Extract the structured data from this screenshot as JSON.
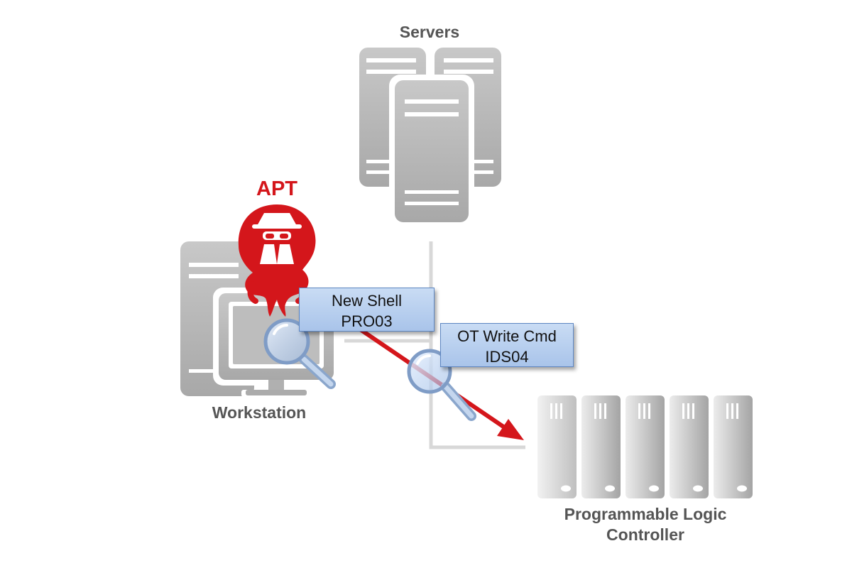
{
  "labels": {
    "servers": "Servers",
    "workstation": "Workstation",
    "apt": "APT",
    "plc_line1": "Programmable Logic",
    "plc_line2": "Controller"
  },
  "alerts": [
    {
      "line1": "New Shell",
      "line2": "PRO03"
    },
    {
      "line1": "OT Write Cmd",
      "line2": "IDS04"
    }
  ],
  "colors": {
    "threat_red": "#d4161b",
    "device_gray": "#b4b4b4",
    "alert_blue": "#bcd3f0",
    "label_gray": "#555555"
  },
  "icons": [
    "server-icon",
    "workstation-icon",
    "apt-spy-icon",
    "magnifier-icon",
    "plc-icon",
    "attack-arrow"
  ]
}
